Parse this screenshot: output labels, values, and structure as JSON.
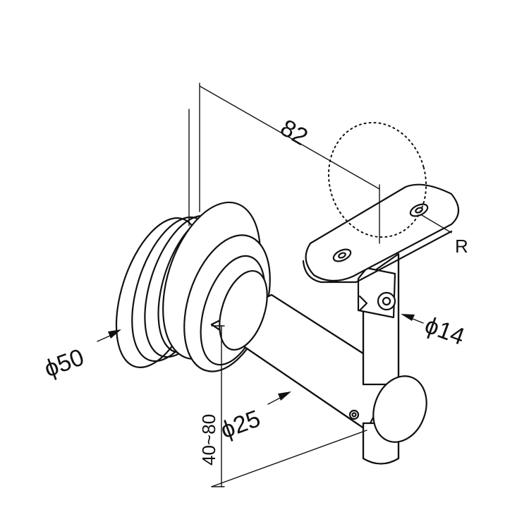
{
  "dimensions": {
    "length": "82",
    "radius": "R",
    "tube_diameter": "ϕ14",
    "rosette_diameter": "ϕ50",
    "arm_diameter": "ϕ25",
    "height_range": "40~80"
  },
  "colors": {
    "line": "#111111",
    "background": "#ffffff"
  }
}
